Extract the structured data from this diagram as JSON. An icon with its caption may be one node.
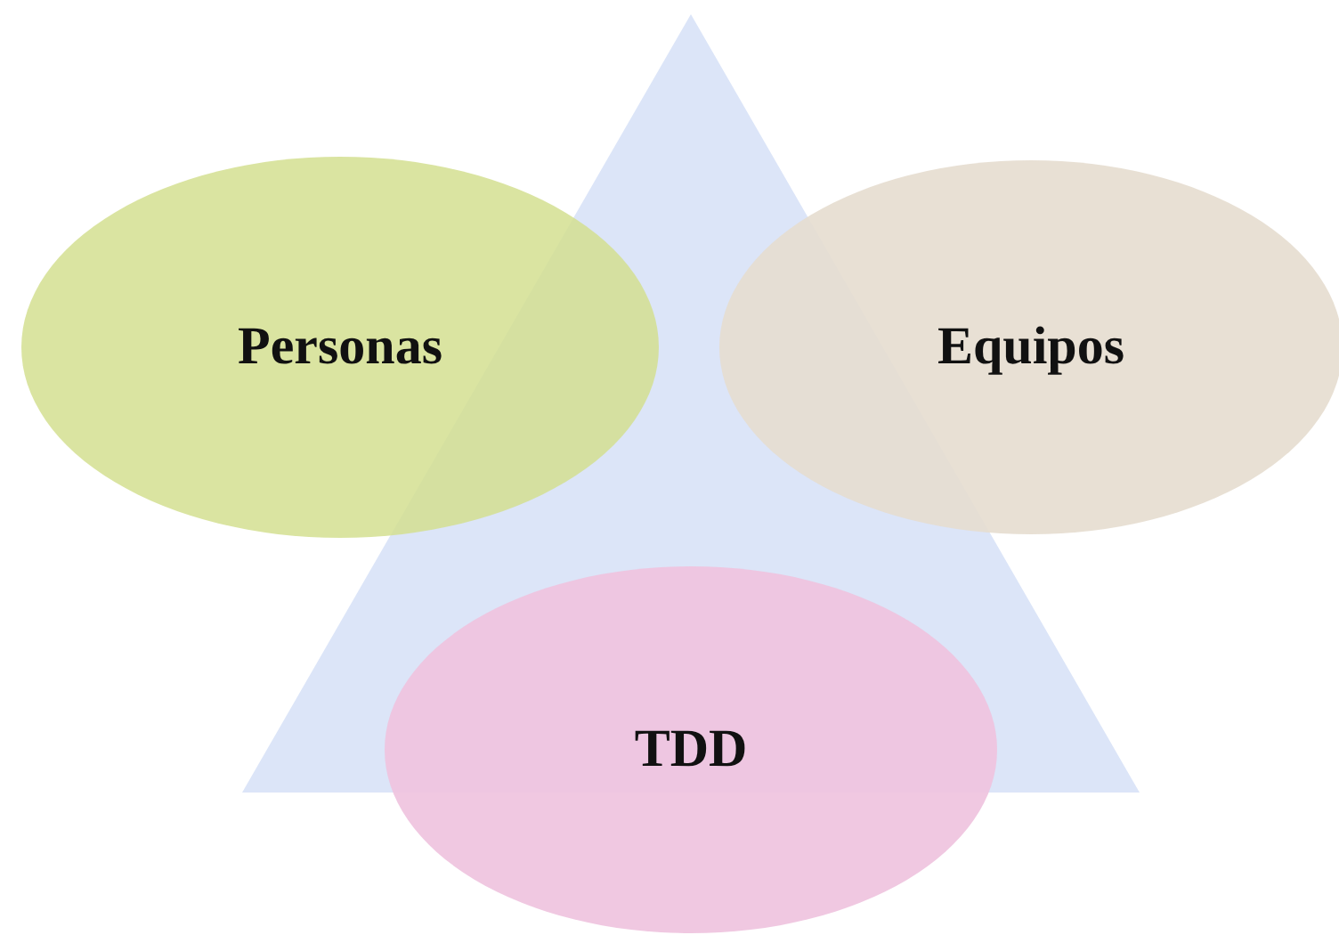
{
  "diagram": {
    "nodes": [
      {
        "text": [],
        "shape": "triangle"
      },
      {
        "text": [
          "Personas"
        ]
      },
      {
        "text": [
          "Equipos"
        ]
      },
      {
        "text": [
          "TDD"
        ]
      }
    ]
  }
}
